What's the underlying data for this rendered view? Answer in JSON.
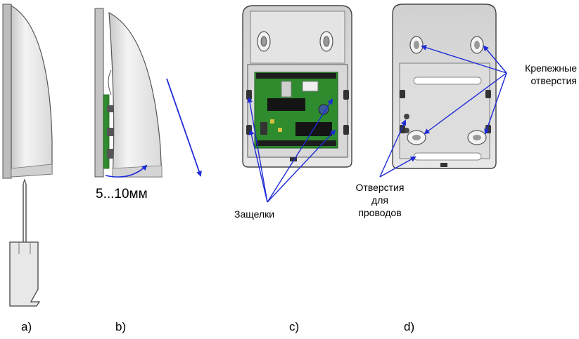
{
  "labels": {
    "panel_a": "a)",
    "panel_b": "b)",
    "panel_c": "c)",
    "panel_d": "d)",
    "gap": "5...10мм",
    "latches": "Защелки",
    "mount_holes_line1": "Крепежные",
    "mount_holes_line2": "отверстия",
    "wire_holes_line1": "Отверстия",
    "wire_holes_line2": "для",
    "wire_holes_line3": "проводов"
  },
  "colors": {
    "arrow": "#1f2bd6",
    "housing": "#e6e6e6",
    "outline": "#444444",
    "pcb": "#2e8b2e"
  }
}
